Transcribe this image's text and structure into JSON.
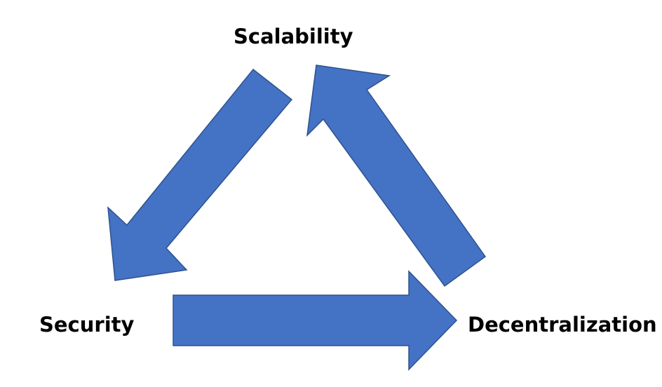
{
  "nodes": {
    "top": "Scalability",
    "left": "Security",
    "right": "Decentralization"
  },
  "arrows": [
    {
      "from": "Scalability",
      "to": "Security"
    },
    {
      "from": "Security",
      "to": "Decentralization"
    },
    {
      "from": "Decentralization",
      "to": "Scalability"
    }
  ],
  "colors": {
    "arrow_fill": "#4472C4",
    "arrow_stroke": "#2F528F",
    "text": "#000000",
    "background": "#FFFFFF"
  }
}
